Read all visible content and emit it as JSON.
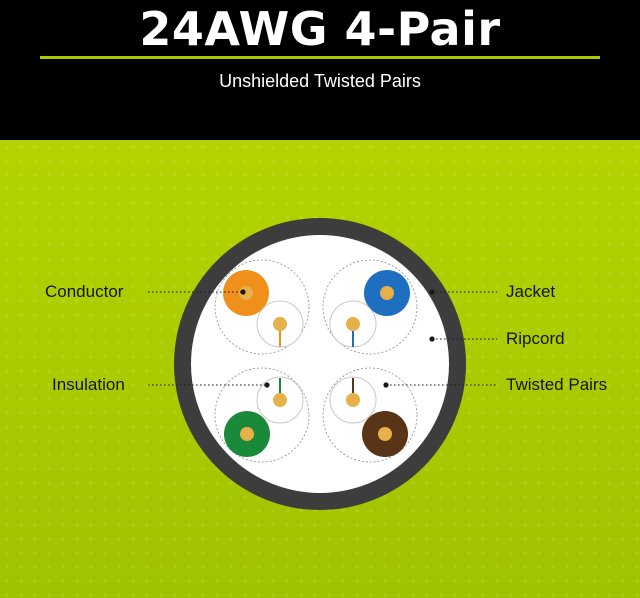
{
  "header": {
    "title": "24AWG 4-Pair",
    "subtitle": "Unshielded Twisted Pairs"
  },
  "diagram": {
    "labels": {
      "conductor": "Conductor",
      "insulation": "Insulation",
      "jacket": "Jacket",
      "ripcord": "Ripcord",
      "twisted_pairs": "Twisted Pairs"
    },
    "colors": {
      "jacket": "#3d3d3d",
      "core": "#ffffff",
      "conductor": "#e6b04a",
      "accent": "#a9cc00",
      "pair_orange": "#f0901a",
      "pair_blue": "#1e6fc0",
      "pair_green": "#1a8a3a",
      "pair_brown": "#5a3416"
    },
    "pairs": [
      {
        "color_name": "orange"
      },
      {
        "color_name": "blue"
      },
      {
        "color_name": "green"
      },
      {
        "color_name": "brown"
      }
    ]
  }
}
